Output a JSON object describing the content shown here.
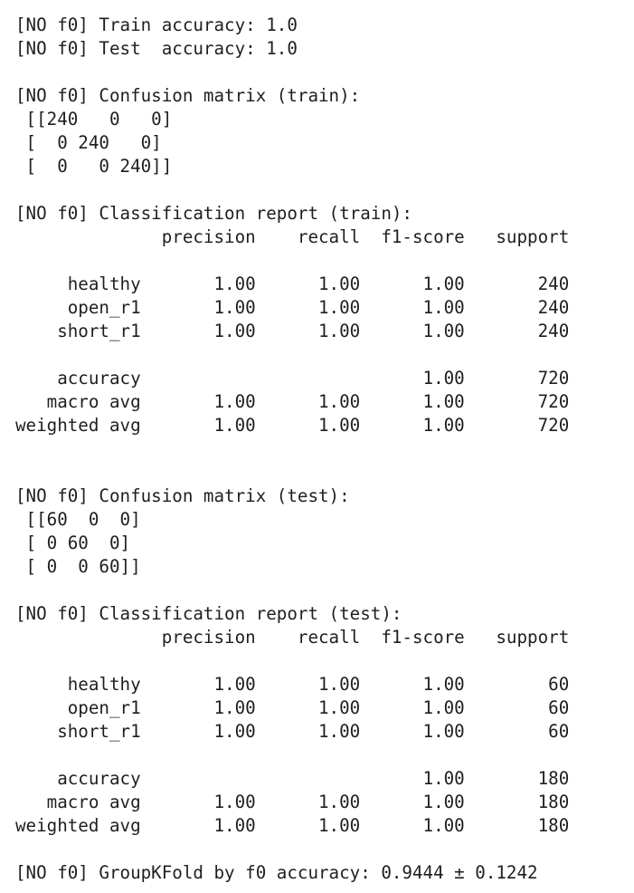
{
  "output": {
    "lines": [
      "[NO f0] Train accuracy: 1.0",
      "[NO f0] Test  accuracy: 1.0",
      "",
      "[NO f0] Confusion matrix (train):",
      " [[240   0   0]",
      " [  0 240   0]",
      " [  0   0 240]]",
      "",
      "[NO f0] Classification report (train):",
      "              precision    recall  f1-score   support",
      "",
      "     healthy       1.00      1.00      1.00       240",
      "     open_r1       1.00      1.00      1.00       240",
      "    short_r1       1.00      1.00      1.00       240",
      "",
      "    accuracy                           1.00       720",
      "   macro avg       1.00      1.00      1.00       720",
      "weighted avg       1.00      1.00      1.00       720",
      "",
      "",
      "[NO f0] Confusion matrix (test):",
      " [[60  0  0]",
      " [ 0 60  0]",
      " [ 0  0 60]]",
      "",
      "[NO f0] Classification report (test):",
      "              precision    recall  f1-score   support",
      "",
      "     healthy       1.00      1.00      1.00        60",
      "     open_r1       1.00      1.00      1.00        60",
      "    short_r1       1.00      1.00      1.00        60",
      "",
      "    accuracy                           1.00       180",
      "   macro avg       1.00      1.00      1.00       180",
      "weighted avg       1.00      1.00      1.00       180",
      "",
      "[NO f0] GroupKFold by f0 accuracy: 0.9444 ± 0.1242"
    ]
  }
}
